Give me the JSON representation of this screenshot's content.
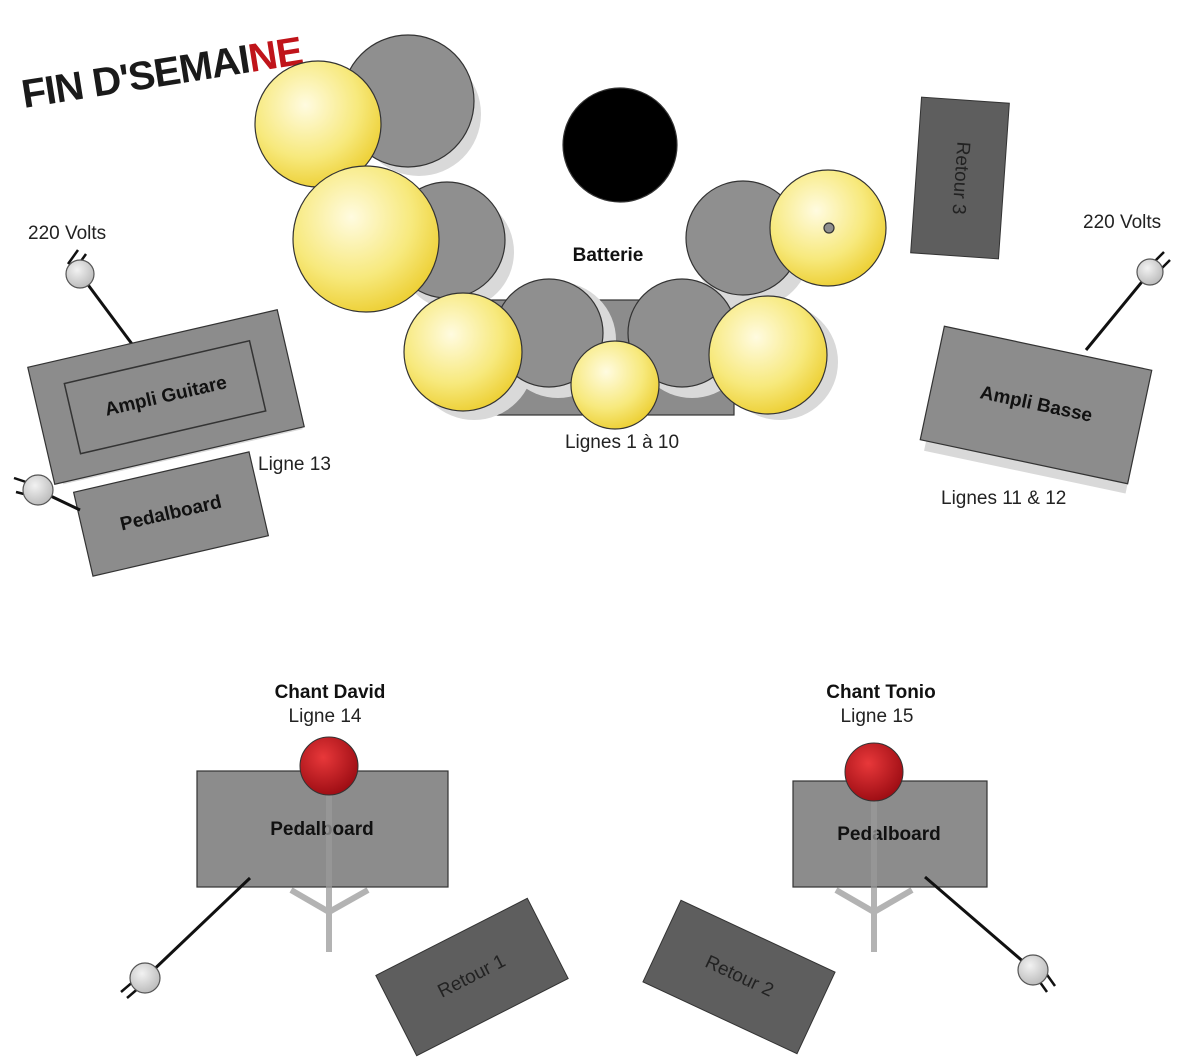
{
  "logo": {
    "part1": "FIN D'SEMAI",
    "part2": "NE",
    "color1": "#1a1a1a",
    "color2": "#c0141a"
  },
  "drums": {
    "title": "Batterie",
    "lines": "Lignes 1 à 10"
  },
  "guitar": {
    "power": "220 Volts",
    "amp": "Ampli Guitare",
    "pedalboard": "Pedalboard",
    "line": "Ligne 13"
  },
  "bass": {
    "power": "220 Volts",
    "amp": "Ampli Basse",
    "lines": "Lignes 11 & 12"
  },
  "vocals_left": {
    "name": "Chant David",
    "line": "Ligne 14",
    "pedalboard": "Pedalboard"
  },
  "vocals_right": {
    "name": "Chant Tonio",
    "line": "Ligne 15",
    "pedalboard": "Pedalboard"
  },
  "monitors": {
    "retour1": "Retour 1",
    "retour2": "Retour 2",
    "retour3": "Retour 3"
  },
  "colors": {
    "box": "#8c8c8c",
    "monitor": "#5e5e5e",
    "drum": "#8f8f8f",
    "cymbal": "#f3e46a",
    "kick": "#000000",
    "mic": "#c4111a",
    "shadow": "#d9d9d9"
  }
}
